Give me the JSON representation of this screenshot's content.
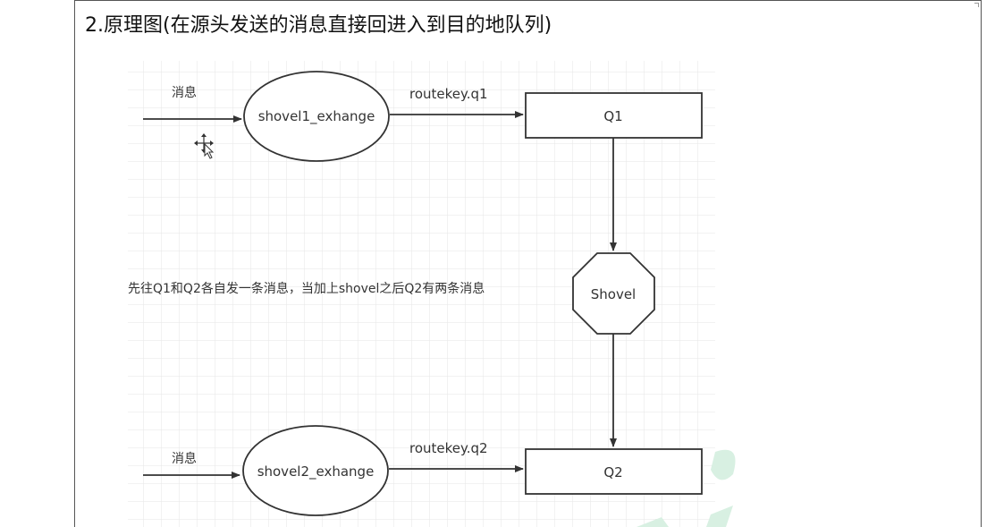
{
  "heading": "2.原理图(在源头发送的消息直接回进入到目的地队列)",
  "diagram": {
    "exchange1_label": "shovel1_exhange",
    "exchange2_label": "shovel2_exhange",
    "queue1_label": "Q1",
    "queue2_label": "Q2",
    "shovel_label": "Shovel",
    "input1_label": "消息",
    "input2_label": "消息",
    "routekey1_label": "routekey.q1",
    "routekey2_label": "routekey.q2",
    "note": "先往Q1和Q2各自发一条消息，当加上shovel之后Q2有两条消息"
  },
  "colors": {
    "stroke": "#333333",
    "grid": "#e6e6e6",
    "watermark": "#d8f0e2"
  },
  "icons": [
    "move-cursor-icon"
  ]
}
